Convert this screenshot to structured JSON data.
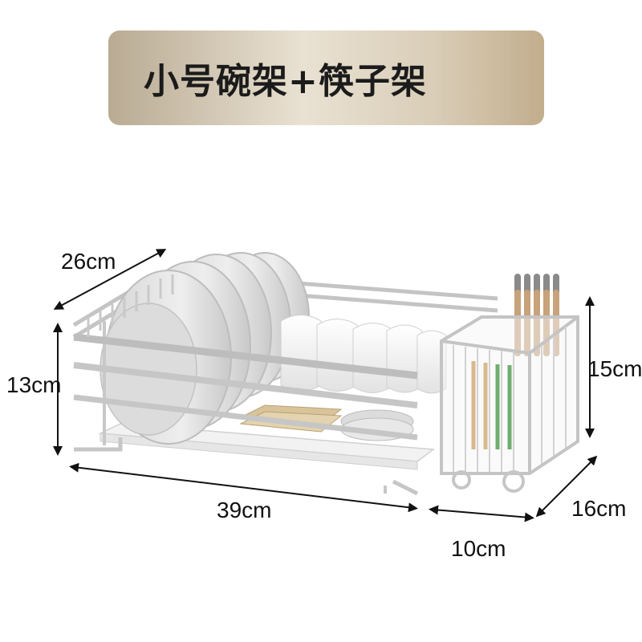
{
  "title": "小号碗架+筷子架",
  "dimensions": {
    "depth": "26cm",
    "height_rack": "13cm",
    "length_rack": "39cm",
    "height_holder": "15cm",
    "depth_holder": "16cm",
    "width_holder": "10cm"
  },
  "colors": {
    "banner_gold": "#c9b89a",
    "steel": "#c8c8c8",
    "plate": "#e6e6e6",
    "chopstick": "#c8a27a"
  }
}
